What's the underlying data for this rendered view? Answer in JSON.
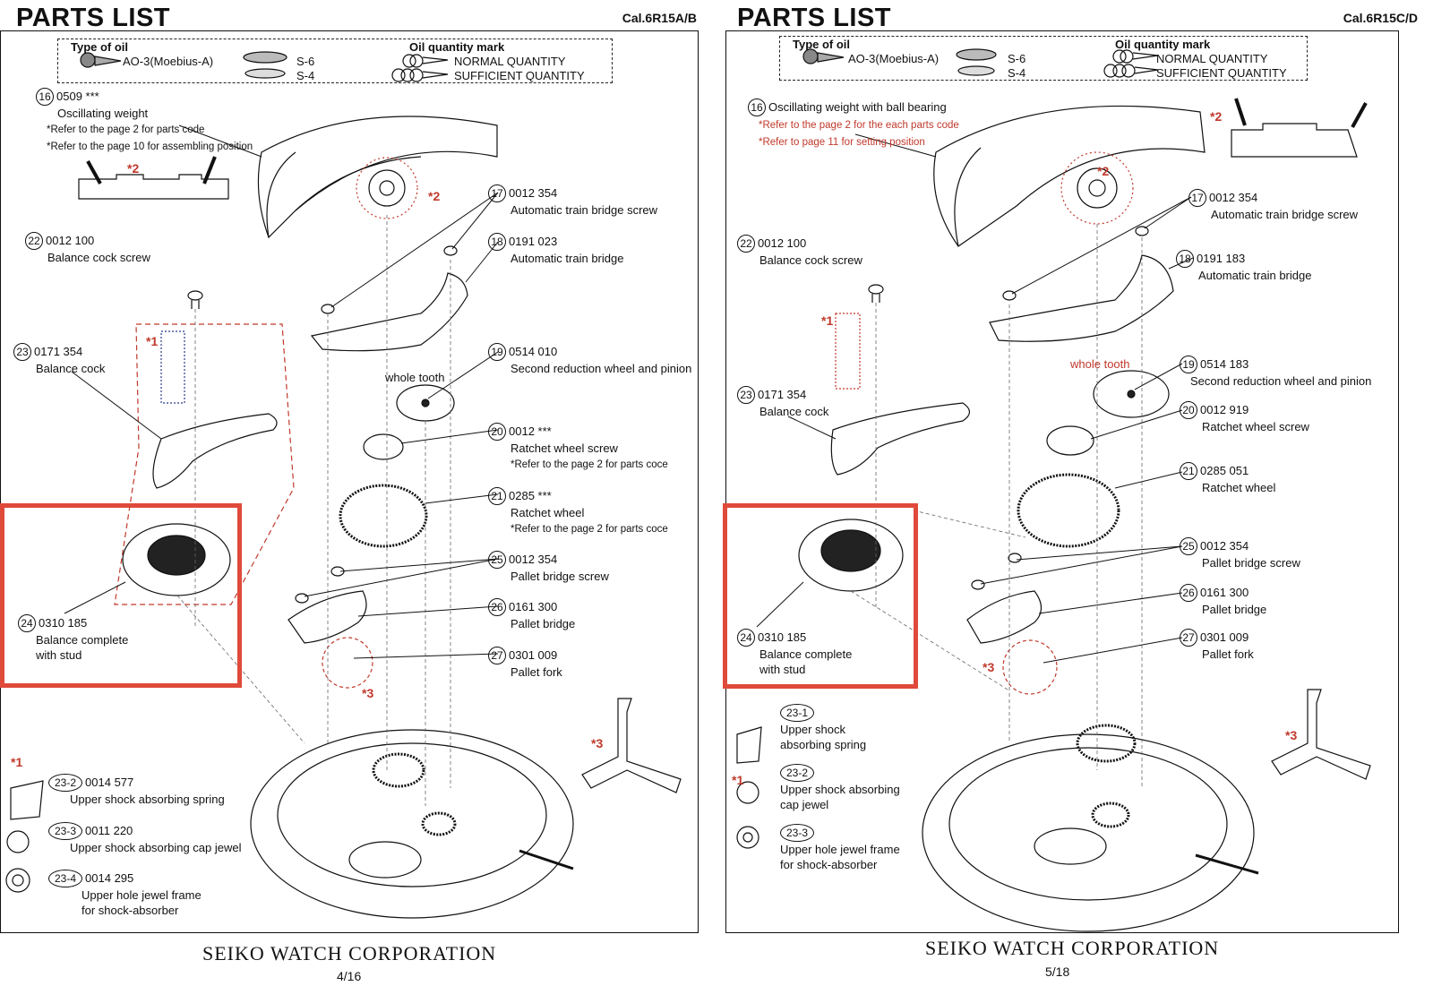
{
  "left": {
    "title": "PARTS LIST",
    "caliber": "Cal.6R15A/B",
    "legend": {
      "oil_type_label": "Type of oil",
      "oil_ao3": "AO-3(Moebius-A)",
      "oil_s6": "S-6",
      "oil_s4": "S-4",
      "qty_label": "Oil quantity mark",
      "qty_normal": "NORMAL QUANTITY",
      "qty_sufficient": "SUFFICIENT QUANTITY"
    },
    "parts": {
      "p16": {
        "num": "16",
        "code": "0509 ***",
        "name": "Oscillating weight",
        "note1": "*Refer to the page 2 for parts code",
        "note2": "*Refer to the page 10 for assembling position"
      },
      "p17": {
        "num": "17",
        "code": "0012 354",
        "name": "Automatic train bridge screw"
      },
      "p18": {
        "num": "18",
        "code": "0191 023",
        "name": "Automatic train bridge"
      },
      "p19": {
        "num": "19",
        "code": "0514 010",
        "name": "Second reduction wheel and pinion"
      },
      "p20": {
        "num": "20",
        "code": "0012 ***",
        "name": "Ratchet wheel screw",
        "note": "*Refer to the page 2 for parts coce"
      },
      "p21": {
        "num": "21",
        "code": "0285 ***",
        "name": "Ratchet wheel",
        "note": "*Refer to the page 2 for parts coce"
      },
      "p22": {
        "num": "22",
        "code": "0012 100",
        "name": "Balance cock screw"
      },
      "p23": {
        "num": "23",
        "code": "0171 354",
        "name": "Balance cock"
      },
      "p24": {
        "num": "24",
        "code": "0310 185",
        "name1": "Balance complete",
        "name2": "with stud"
      },
      "p25": {
        "num": "25",
        "code": "0012 354",
        "name": "Pallet bridge screw"
      },
      "p26": {
        "num": "26",
        "code": "0161 300",
        "name": "Pallet bridge"
      },
      "p27": {
        "num": "27",
        "code": "0301 009",
        "name": "Pallet fork"
      },
      "p23_2": {
        "num": "23-2",
        "code": "0014 577",
        "name": "Upper shock absorbing spring"
      },
      "p23_3": {
        "num": "23-3",
        "code": "0011 220",
        "name": "Upper shock absorbing cap jewel"
      },
      "p23_4": {
        "num": "23-4",
        "code": "0014 295",
        "name1": "Upper hole jewel frame",
        "name2": "for shock-absorber"
      }
    },
    "whole_tooth": "whole tooth",
    "marks": {
      "m1": "*1",
      "m2": "*2",
      "m3": "*3"
    },
    "footer_corp": "SEIKO WATCH CORPORATION",
    "footer_page": "4/16"
  },
  "right": {
    "title": "PARTS LIST",
    "caliber": "Cal.6R15C/D",
    "legend": {
      "oil_type_label": "Type of oil",
      "oil_ao3": "AO-3(Moebius-A)",
      "oil_s6": "S-6",
      "oil_s4": "S-4",
      "qty_label": "Oil quantity mark",
      "qty_normal": "NORMAL QUANTITY",
      "qty_sufficient": "SUFFICIENT QUANTITY"
    },
    "parts": {
      "p16": {
        "num": "16",
        "name": "Oscillating weight with ball bearing",
        "note1": "*Refer to the page 2 for  the each parts code",
        "note2": "*Refer to page 11 for setting position"
      },
      "p17": {
        "num": "17",
        "code": "0012 354",
        "name": "Automatic train bridge screw"
      },
      "p18": {
        "num": "18",
        "code": "0191 183",
        "name": "Automatic train bridge"
      },
      "p19": {
        "num": "19",
        "code": "0514 183",
        "name": "Second reduction wheel and pinion"
      },
      "p20": {
        "num": "20",
        "code": "0012 919",
        "name": "Ratchet wheel screw"
      },
      "p21": {
        "num": "21",
        "code": "0285 051",
        "name": "Ratchet wheel"
      },
      "p22": {
        "num": "22",
        "code": "0012 100",
        "name": "Balance cock screw"
      },
      "p23": {
        "num": "23",
        "code": "0171 354",
        "name": "Balance cock"
      },
      "p24": {
        "num": "24",
        "code": "0310 185",
        "name1": "Balance complete",
        "name2": "with stud"
      },
      "p25": {
        "num": "25",
        "code": "0012 354",
        "name": "Pallet bridge screw"
      },
      "p26": {
        "num": "26",
        "code": "0161 300",
        "name": "Pallet bridge"
      },
      "p27": {
        "num": "27",
        "code": "0301 009",
        "name": "Pallet fork"
      },
      "p23_1": {
        "num": "23-1",
        "name1": "Upper shock",
        "name2": "absorbing spring"
      },
      "p23_2": {
        "num": "23-2",
        "name1": "Upper shock absorbing",
        "name2": "cap jewel"
      },
      "p23_3": {
        "num": "23-3",
        "name1": "Upper hole jewel frame",
        "name2": "for shock-absorber"
      }
    },
    "whole_tooth": "whole tooth",
    "marks": {
      "m1": "*1",
      "m2": "*2",
      "m3": "*3"
    },
    "footer_corp": "SEIKO WATCH CORPORATION",
    "footer_page": "5/18"
  },
  "colors": {
    "highlight": "#e04a3a",
    "annotation_red": "#c0392b",
    "line": "#111111"
  }
}
